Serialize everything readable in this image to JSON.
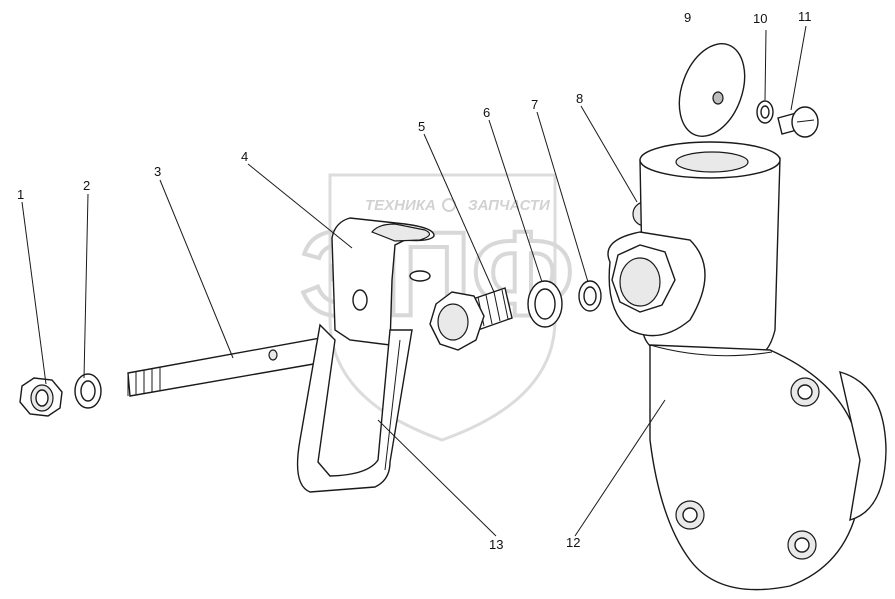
{
  "watermark": {
    "text_left": "ТЕХНИКА",
    "text_right": "ЗАПЧАСТИ",
    "logo": "ЭПФ",
    "color": "#d4d4d4"
  },
  "callouts": [
    {
      "id": "1",
      "label": "1"
    },
    {
      "id": "2",
      "label": "2"
    },
    {
      "id": "3",
      "label": "3"
    },
    {
      "id": "4",
      "label": "4"
    },
    {
      "id": "5",
      "label": "5"
    },
    {
      "id": "6",
      "label": "6"
    },
    {
      "id": "7",
      "label": "7"
    },
    {
      "id": "8",
      "label": "8"
    },
    {
      "id": "9",
      "label": "9"
    },
    {
      "id": "10",
      "label": "10"
    },
    {
      "id": "11",
      "label": "11"
    },
    {
      "id": "12",
      "label": "12"
    },
    {
      "id": "13",
      "label": "13"
    }
  ]
}
